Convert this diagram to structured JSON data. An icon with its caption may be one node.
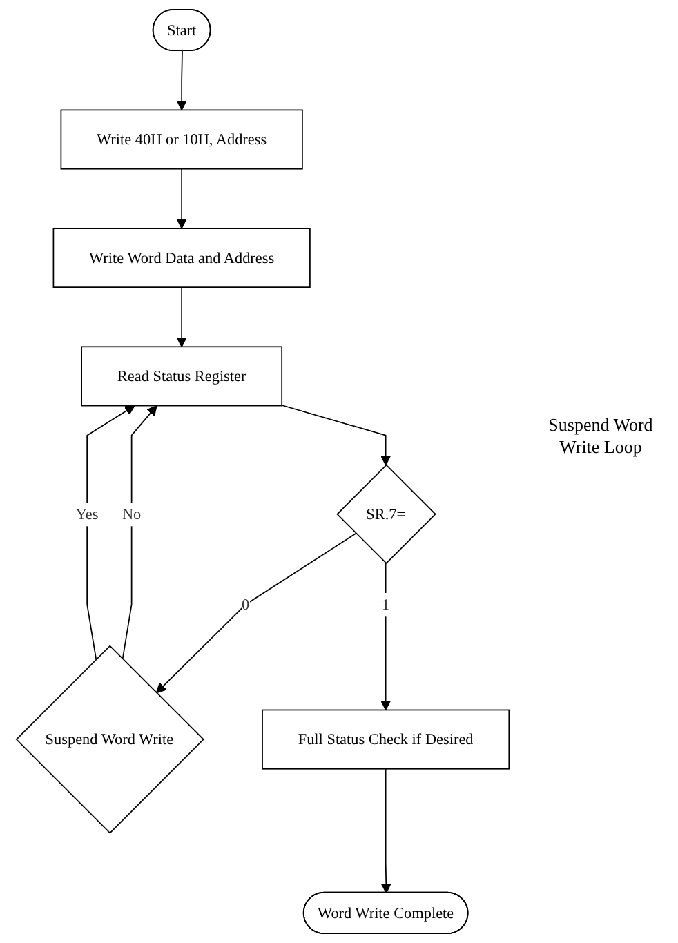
{
  "diagram": {
    "nodes": [
      {
        "text": [
          "Start"
        ]
      },
      {
        "text": [
          "Write 40H or 10H, Address"
        ]
      },
      {
        "text": [
          "Write Word Data and Address"
        ]
      },
      {
        "text": [
          "Read Status Register"
        ]
      },
      {
        "text": [
          "SR.7="
        ]
      },
      {
        "text": [
          "Suspend Word Write"
        ]
      },
      {
        "text": [
          "Full Status Check if Desired"
        ]
      },
      {
        "text": [
          "Word Write Complete"
        ]
      }
    ],
    "edges": [
      {
        "from": 0,
        "to": 1,
        "arrow": "to"
      },
      {
        "from": 1,
        "to": 2,
        "arrow": "to"
      },
      {
        "from": 2,
        "to": 3,
        "arrow": "to"
      },
      {
        "from": 3,
        "to": 4,
        "arrow": "to"
      },
      {
        "from": 4,
        "to": 5,
        "arrow": "to",
        "label": "0"
      },
      {
        "from": 5,
        "to": 3,
        "arrow": "to",
        "label": "No"
      },
      {
        "from": 5,
        "to": 3,
        "arrow": "to",
        "label": "Yes"
      },
      {
        "from": 4,
        "to": 6,
        "arrow": "to",
        "label": "1"
      },
      {
        "from": 6,
        "to": 7,
        "arrow": "to"
      }
    ],
    "labels": [
      "Suspend Word Write Loop"
    ]
  }
}
